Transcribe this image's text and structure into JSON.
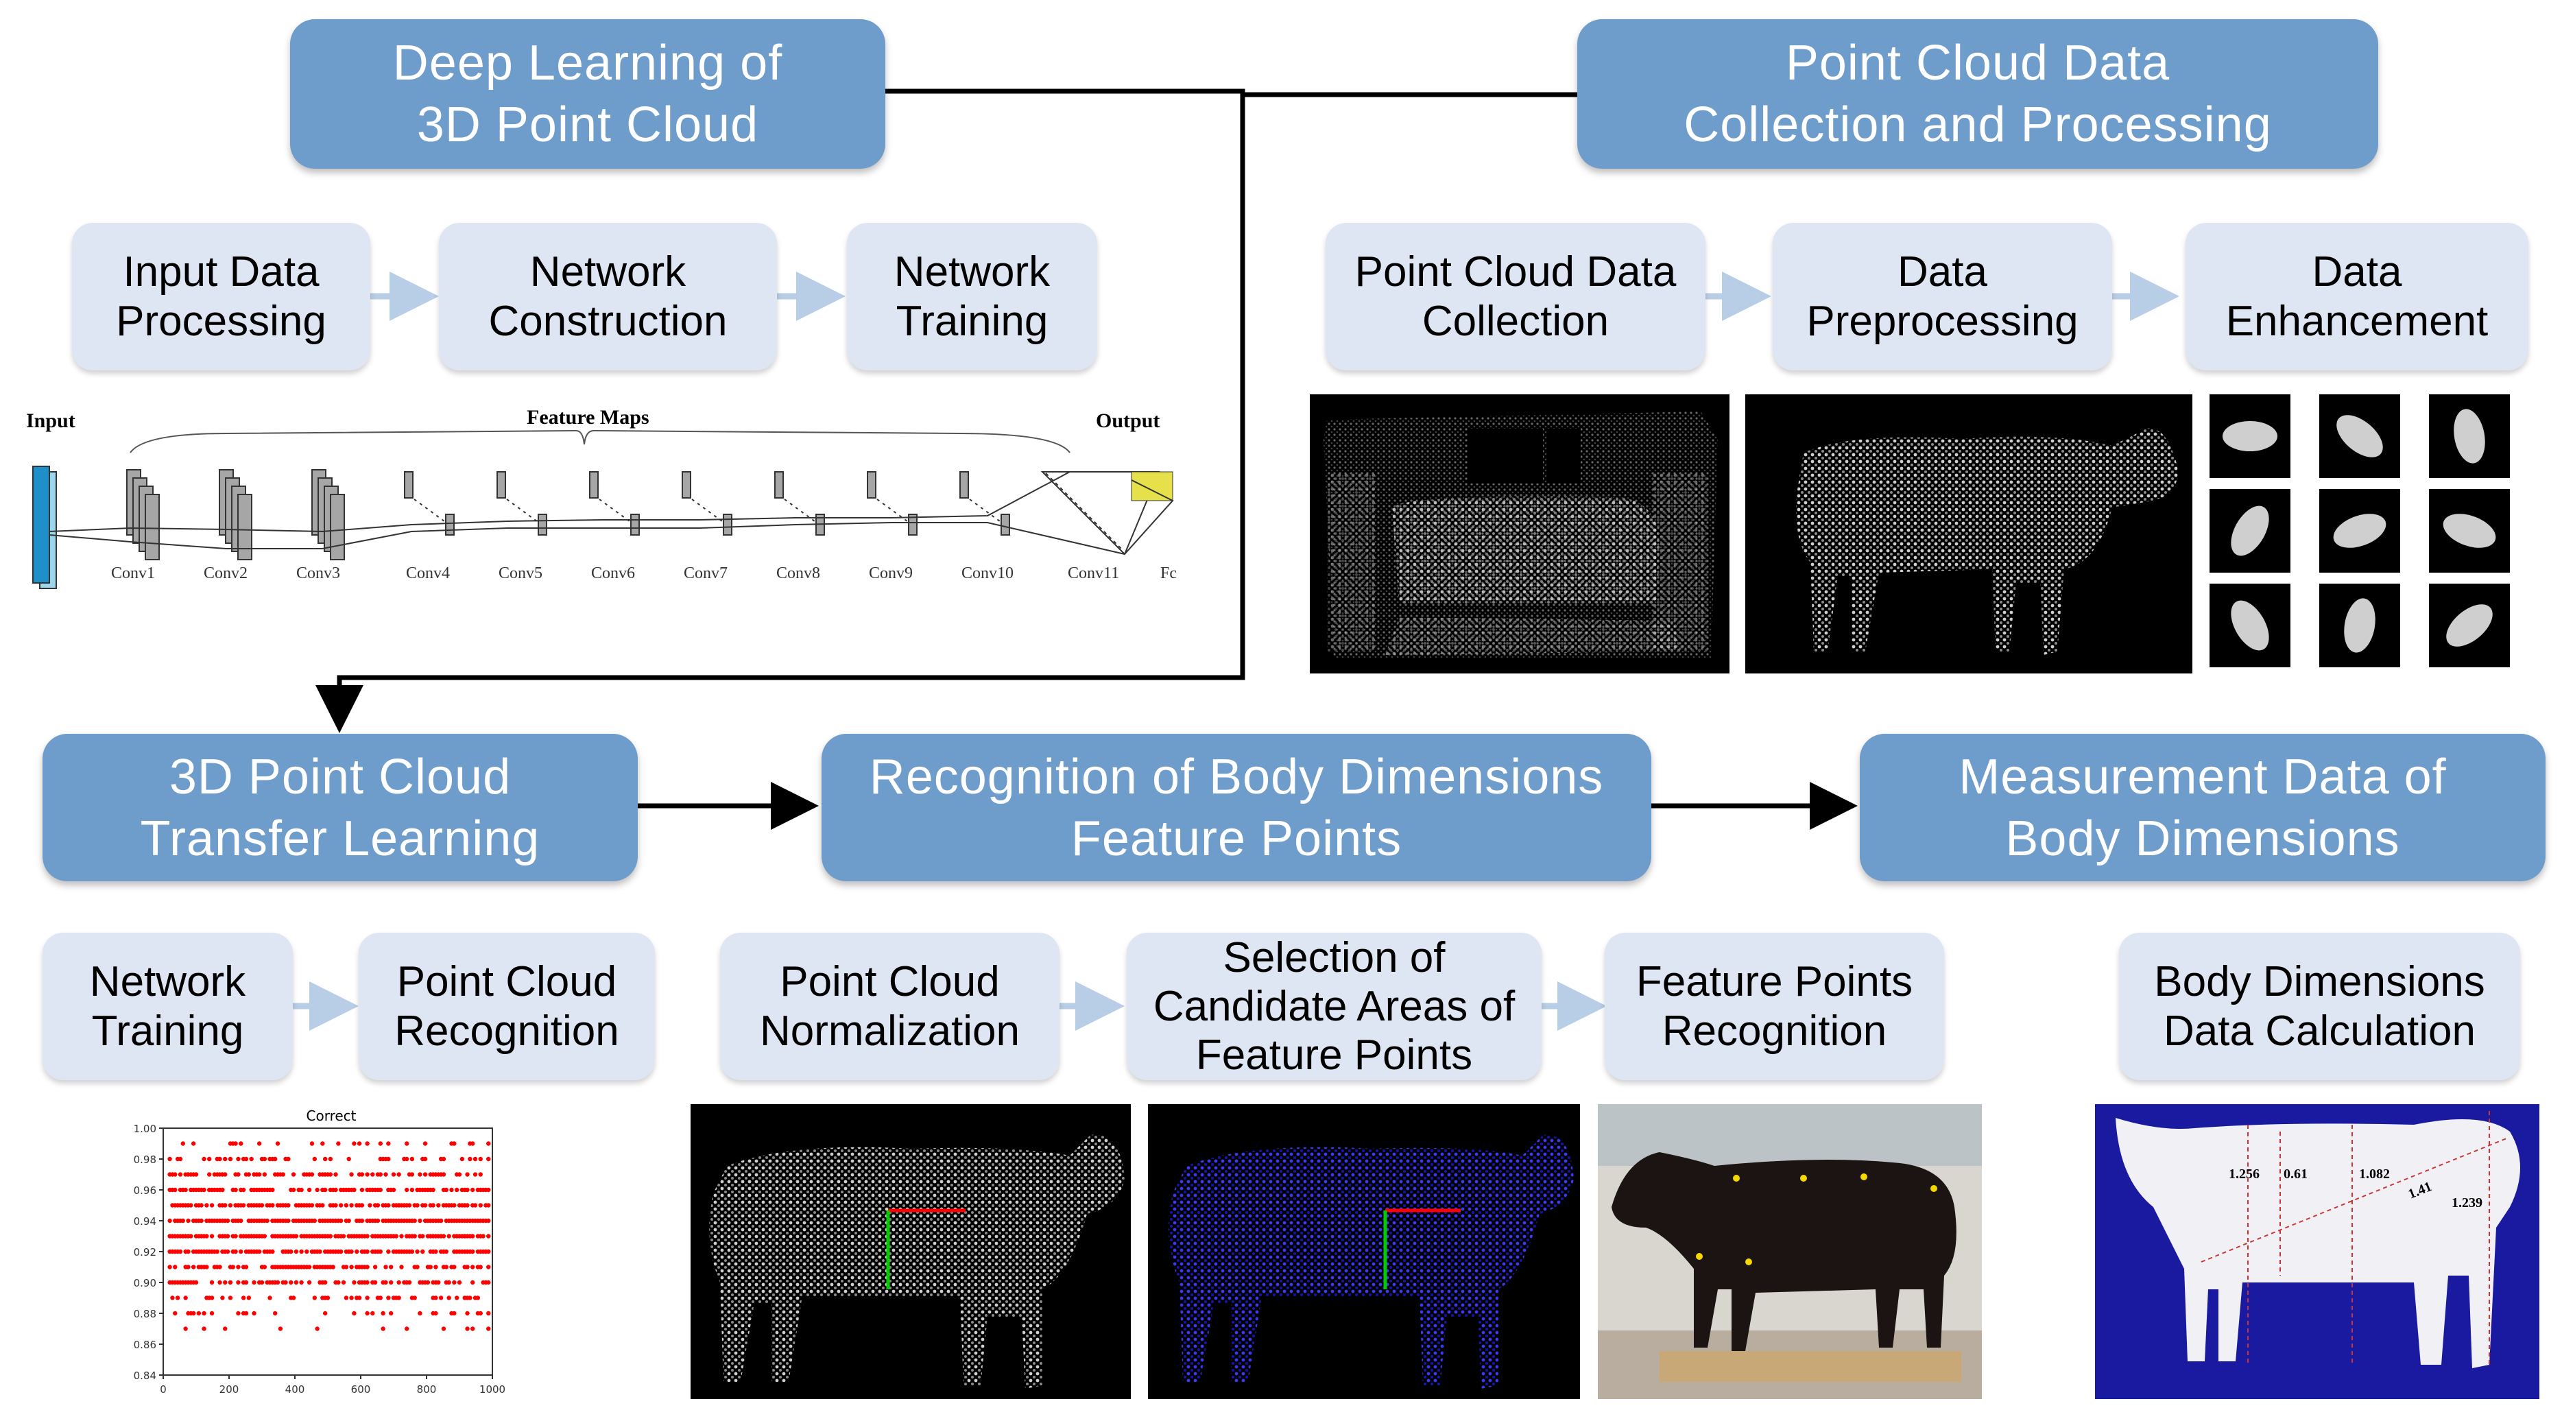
{
  "colors": {
    "main_box": "#6f9dcb",
    "sub_box": "#dfe6f3",
    "connector": "#000000",
    "sub_arrow": "#b8cde6",
    "scatter_point": "#ff0000",
    "axis_red": "#ff0000",
    "axis_green": "#00cc00",
    "measure_background": "#1a1aa0"
  },
  "main_boxes": {
    "deep_learning": "Deep Learning of\n3D Point Cloud",
    "point_cloud_collection": "Point Cloud Data\nCollection and Processing",
    "transfer_learning": "3D Point Cloud\nTransfer Learning",
    "recognition": "Recognition of Body Dimensions\nFeature Points",
    "measurement": "Measurement Data of\nBody Dimensions"
  },
  "sub_boxes": {
    "input_data": "Input Data\nProcessing",
    "network_construction": "Network\nConstruction",
    "network_training_top": "Network\nTraining",
    "pc_collection": "Point Cloud Data\nCollection",
    "data_preprocessing": "Data\nPreprocessing",
    "data_enhancement": "Data\nEnhancement",
    "network_training_bottom": "Network\nTraining",
    "pc_recognition": "Point Cloud\nRecognition",
    "pc_normalization": "Point Cloud\nNormalization",
    "candidate_selection": "Selection of\nCandidate Areas of\nFeature Points",
    "feature_recognition": "Feature Points\nRecognition",
    "body_calc": "Body Dimensions\nData Calculation"
  },
  "network_diagram": {
    "input_label": "Input",
    "feature_maps_label": "Feature Maps",
    "output_label": "Output",
    "layers": [
      "Conv1",
      "Conv2",
      "Conv3",
      "Conv4",
      "Conv5",
      "Conv6",
      "Conv7",
      "Conv8",
      "Conv9",
      "Conv10",
      "Conv11",
      "Fc"
    ]
  },
  "scatter_plot": {
    "title": "Correct",
    "y_ticks": [
      "1.00",
      "0.98",
      "0.96",
      "0.94",
      "0.92",
      "0.90",
      "0.88",
      "0.86",
      "0.84"
    ],
    "x_ticks": [
      "0",
      "200",
      "400",
      "600",
      "800",
      "1000"
    ]
  },
  "measurements": {
    "values": [
      "1.256",
      "0.61",
      "1.082",
      "1.41",
      "1.239"
    ]
  },
  "chart_data": {
    "type": "scatter",
    "title": "Correct",
    "xlim": [
      0,
      1000
    ],
    "ylim": [
      0.84,
      1.0
    ],
    "x_ticks": [
      0,
      200,
      400,
      600,
      800,
      1000
    ],
    "y_ticks": [
      0.84,
      0.86,
      0.88,
      0.9,
      0.92,
      0.94,
      0.96,
      0.98,
      1.0
    ],
    "y_levels": [
      0.87,
      0.88,
      0.89,
      0.9,
      0.91,
      0.92,
      0.93,
      0.94,
      0.95,
      0.96,
      0.97,
      0.98,
      0.99
    ],
    "grid": false
  }
}
